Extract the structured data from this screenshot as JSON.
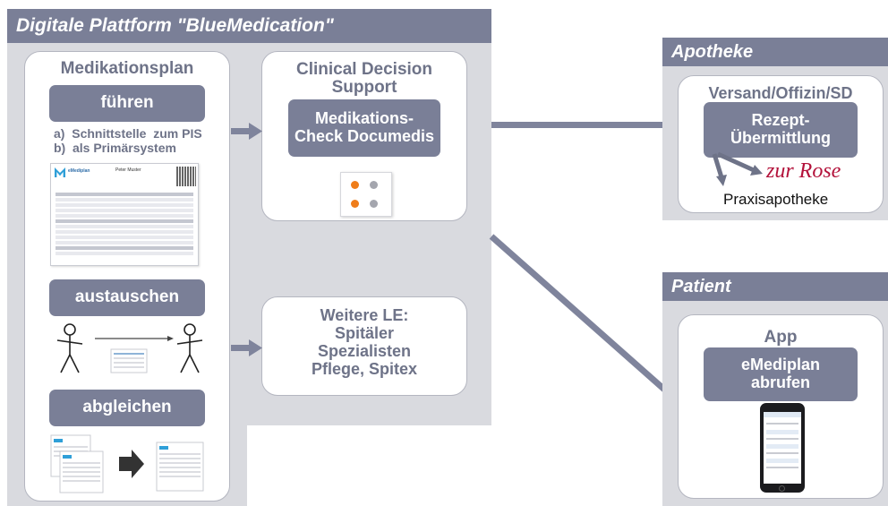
{
  "platform": {
    "title": "Digitale Plattform \"BlueMedication\""
  },
  "medplan": {
    "title": "Medikationsplan",
    "fuehren": "führen",
    "line_a": "a)  Schnittstelle  zum PIS",
    "line_b": "b)  als Primärsystem",
    "austauschen": "austauschen",
    "abgleichen": "abgleichen"
  },
  "cds": {
    "title": "Clinical Decision Support",
    "check": "Medikations-Check Documedis"
  },
  "weitere": {
    "text": "Weitere LE: Spitäler Spezialisten Pflege, Spitex"
  },
  "apotheke": {
    "title": "Apotheke",
    "subtitle": "Versand/Offizin/SD",
    "rezept": "Rezept-Übermittlung",
    "zurrose": "zur Rose",
    "praxis": "Praxisapotheke"
  },
  "patient": {
    "title": "Patient",
    "app": "App",
    "emediplan": "eMediplan abrufen"
  },
  "doc_thumb": {
    "brand": "eMediplan",
    "name": "Peter Muster"
  },
  "colors": {
    "header": "#7a7f97",
    "panel": "#d9dadf",
    "arrow": "#7f849c",
    "zurrose": "#b3123b"
  }
}
